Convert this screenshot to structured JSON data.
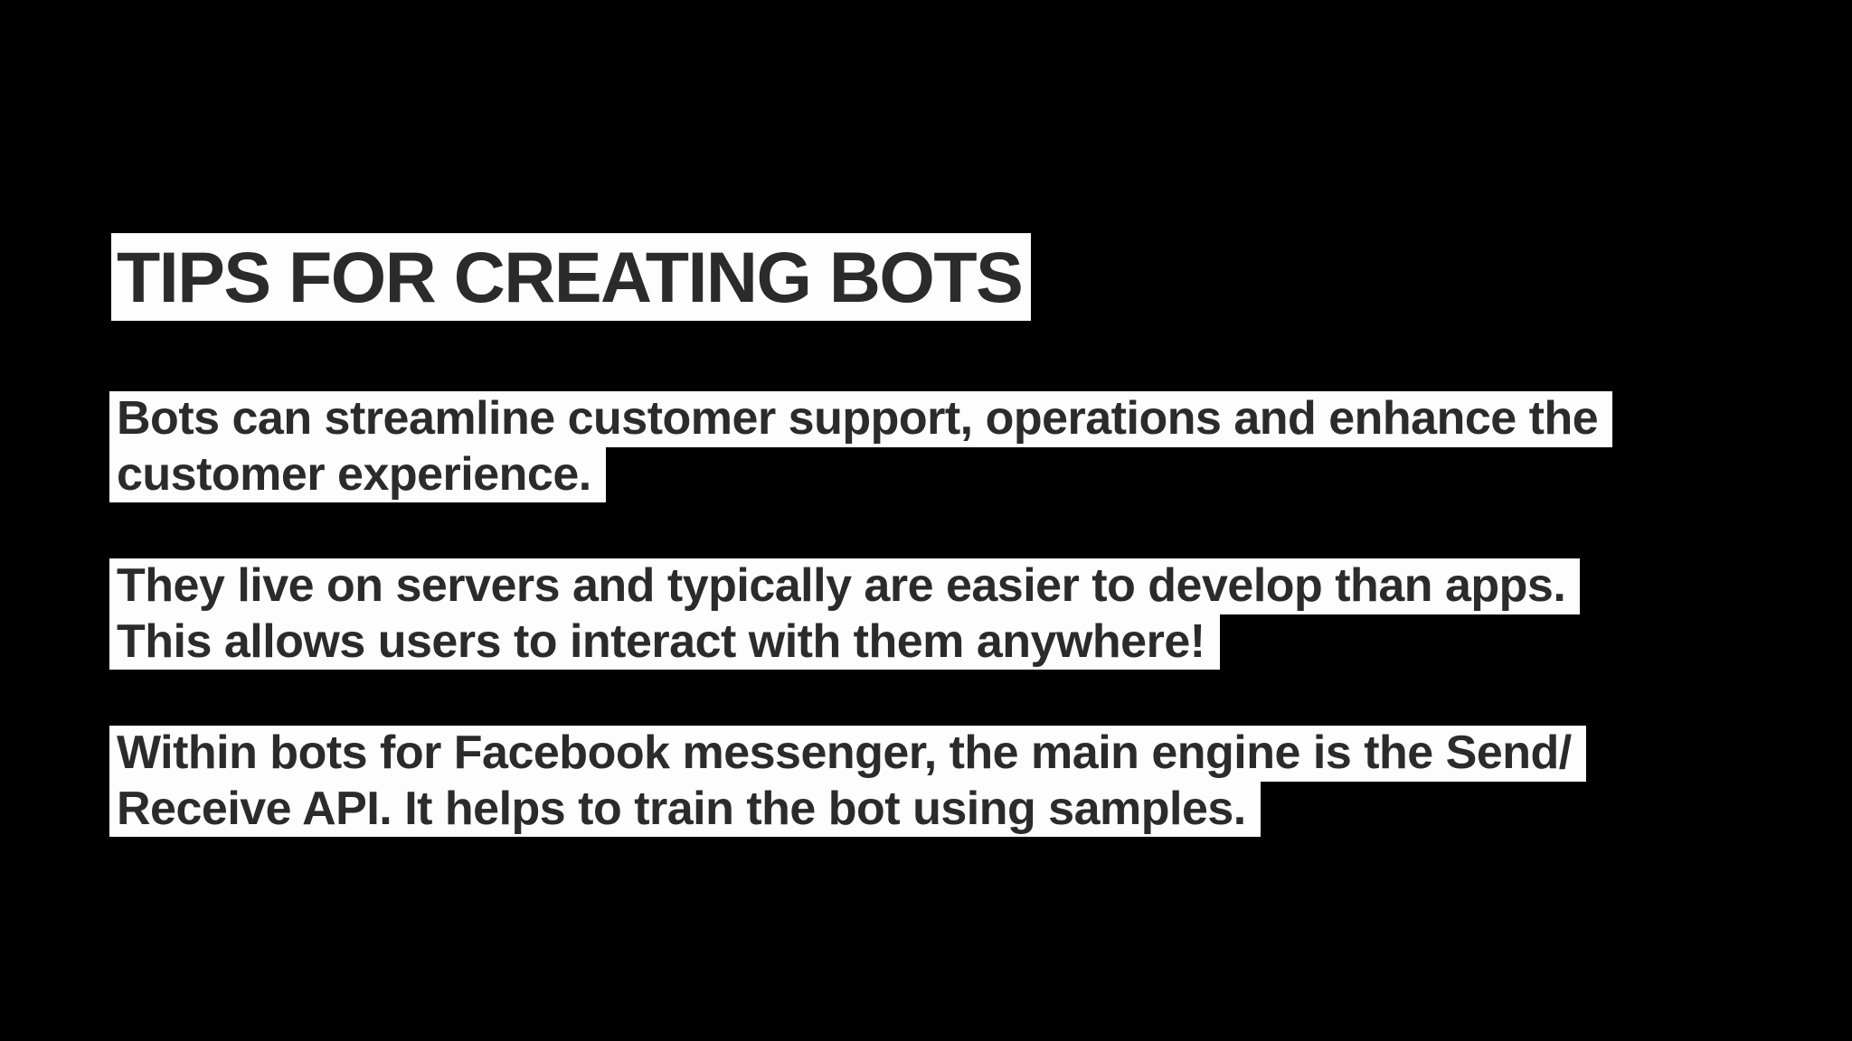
{
  "slide": {
    "colors": {
      "background": "#000000",
      "highlight": "#fdfdfd",
      "text": "#2b2b2b"
    },
    "title": "TIPS FOR CREATING BOTS",
    "paragraphs": [
      {
        "lines": [
          "Bots can streamline customer support, operations and enhance the",
          "customer experience."
        ]
      },
      {
        "lines": [
          "They live on servers and typically are easier to develop than apps.",
          "This allows users to interact with them anywhere!"
        ]
      },
      {
        "lines": [
          "Within bots for Facebook messenger, the main engine is the Send/",
          "Receive API. It helps to train the bot using samples."
        ]
      }
    ]
  }
}
